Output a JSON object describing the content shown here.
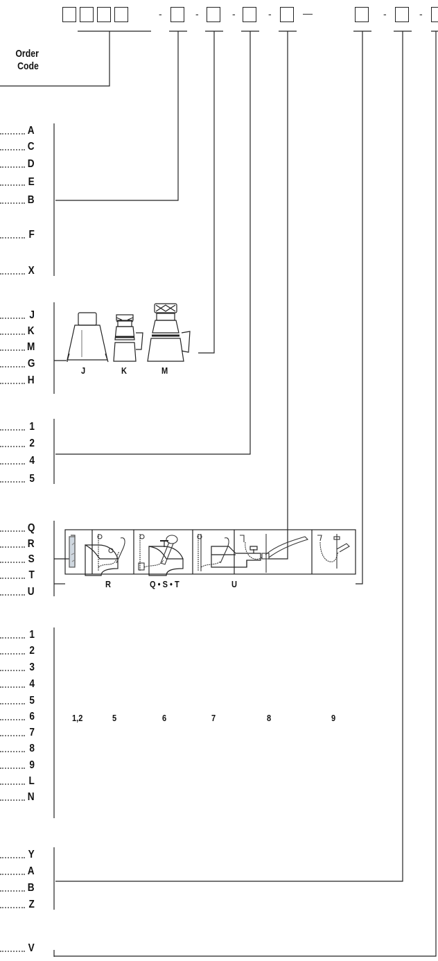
{
  "order_code_label": [
    "Order",
    "Code"
  ],
  "code_separator": "-",
  "trailing_dash": "—",
  "groups": [
    {
      "name": "finish",
      "codes": [
        "A",
        "C",
        "D",
        "E",
        "B",
        "F",
        "X"
      ]
    },
    {
      "name": "showerhead",
      "codes": [
        "J",
        "K",
        "M",
        "G",
        "H"
      ],
      "illustration_captions": [
        "J",
        "K",
        "M"
      ]
    },
    {
      "name": "numeric-option",
      "codes": [
        "1",
        "2",
        "4",
        "5"
      ]
    },
    {
      "name": "tub-spout",
      "codes": [
        "Q",
        "R",
        "S",
        "T",
        "U"
      ],
      "illustration_captions": [
        "R",
        "Q • S • T",
        "U"
      ]
    },
    {
      "name": "hand-shower",
      "codes": [
        "1",
        "2",
        "3",
        "4",
        "5",
        "6",
        "7",
        "8",
        "9",
        "L",
        "N"
      ],
      "illustration_captions": [
        "1,2",
        "5",
        "6",
        "7",
        "8",
        "9"
      ]
    },
    {
      "name": "letter-option",
      "codes": [
        "Y",
        "A",
        "B",
        "Z"
      ]
    },
    {
      "name": "final-option",
      "codes": [
        "V"
      ]
    }
  ]
}
